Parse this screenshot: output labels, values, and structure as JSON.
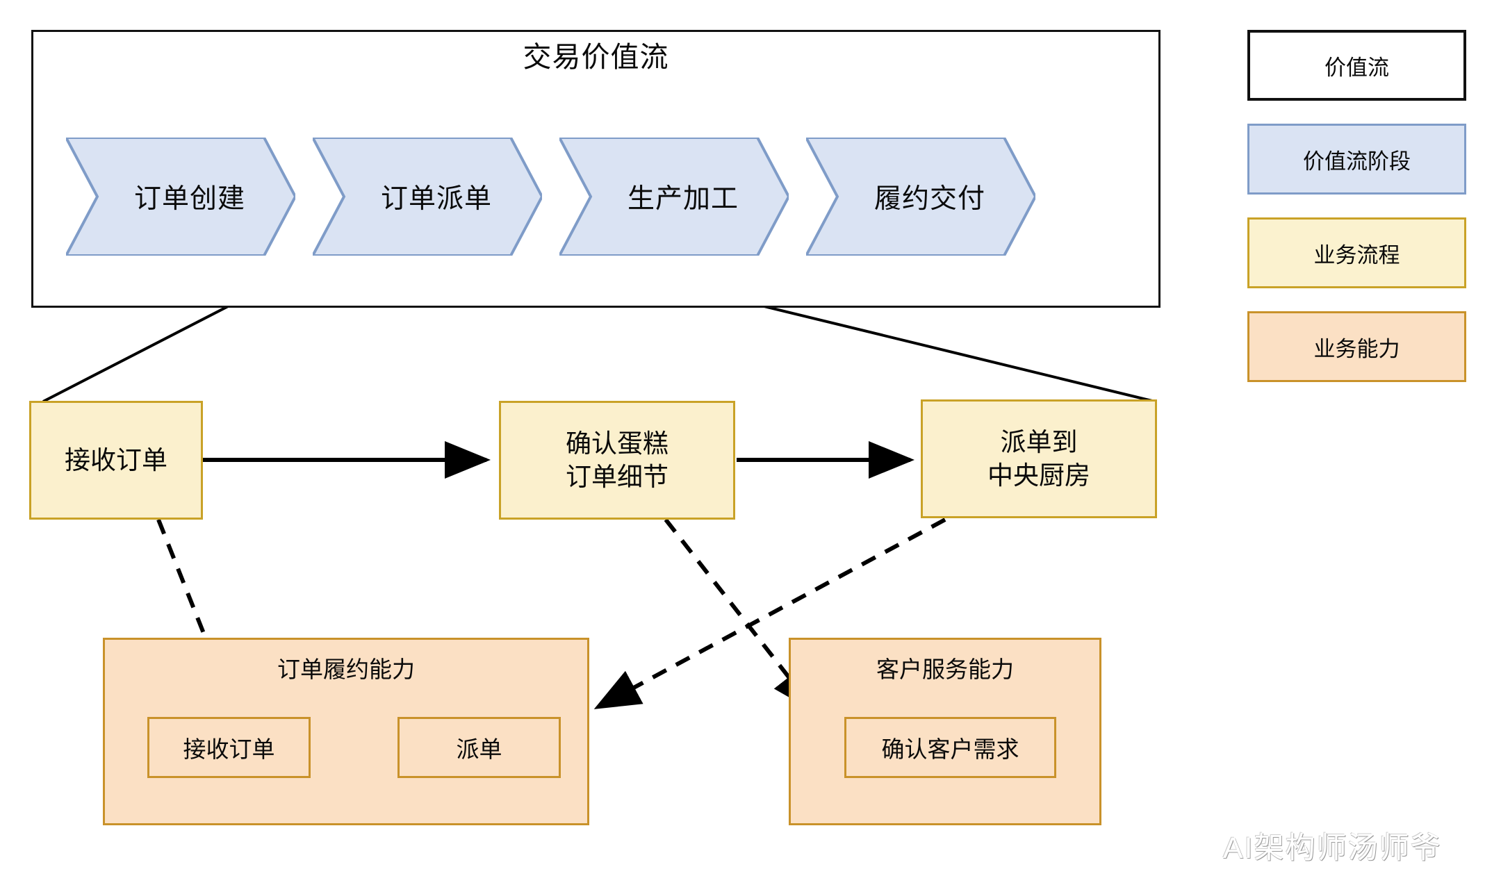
{
  "diagram": {
    "value_stream": {
      "title": "交易价值流",
      "stages": [
        {
          "label": "订单创建"
        },
        {
          "label": "订单派单"
        },
        {
          "label": "生产加工"
        },
        {
          "label": "履约交付"
        }
      ]
    },
    "business_processes": [
      {
        "label": "接收订单"
      },
      {
        "label": "确认蛋糕\n订单细节",
        "line1": "确认蛋糕",
        "line2": "订单细节"
      },
      {
        "label": "派单到\n中央厨房",
        "line1": "派单到",
        "line2": "中央厨房"
      }
    ],
    "capabilities": [
      {
        "title": "订单履约能力",
        "items": [
          {
            "label": "接收订单"
          },
          {
            "label": "派单"
          }
        ]
      },
      {
        "title": "客户服务能力",
        "items": [
          {
            "label": "确认客户需求"
          }
        ]
      }
    ],
    "legend": [
      {
        "label": "价值流",
        "fill": "#ffffff",
        "stroke": "#111111"
      },
      {
        "label": "价值流阶段",
        "fill": "#dae3f3",
        "stroke": "#7f9cc8"
      },
      {
        "label": "业务流程",
        "fill": "#fbf2cf",
        "stroke": "#c9a227"
      },
      {
        "label": "业务能力",
        "fill": "#fbe0c4",
        "stroke": "#c9922a"
      }
    ],
    "watermark": "AI架构师汤师爷",
    "colors": {
      "stage_fill": "#dae3f3",
      "stage_stroke": "#7f9cc8",
      "process_fill": "#fbf0cd",
      "process_stroke": "#c9a227",
      "capability_fill": "#fbe0c4",
      "capability_stroke": "#c9922a",
      "line": "#000000"
    }
  }
}
